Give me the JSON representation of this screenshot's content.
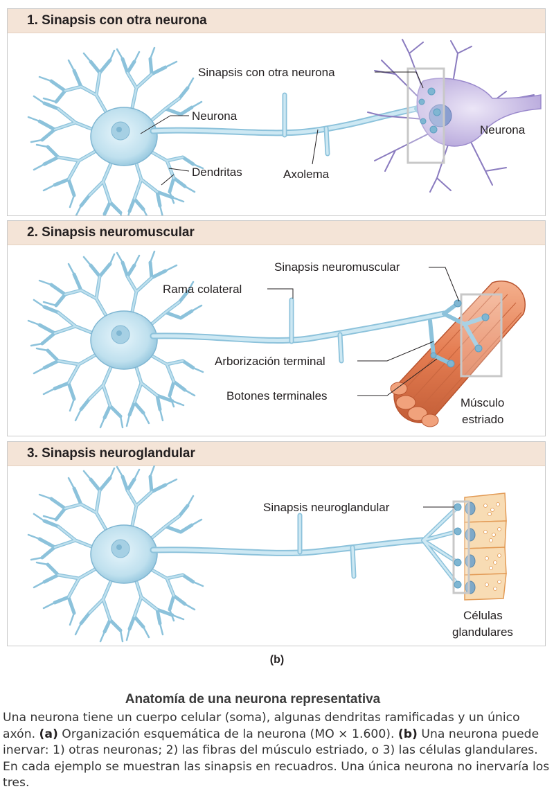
{
  "panels": [
    {
      "heading": "1. Sinapsis con otra neurona",
      "labels": {
        "synapse": "Sinapsis con otra neurona",
        "neuron": "Neurona",
        "dendrites": "Dendritas",
        "axolemma": "Axolema",
        "target_neuron": "Neurona"
      }
    },
    {
      "heading": "2. Sinapsis neuromuscular",
      "labels": {
        "synapse": "Sinapsis neuromuscular",
        "collateral": "Rama colateral",
        "arborization": "Arborización terminal",
        "boutons": "Botones terminales",
        "muscle_line1": "Músculo",
        "muscle_line2": "estriado"
      }
    },
    {
      "heading": "3. Sinapsis neuroglandular",
      "labels": {
        "synapse": "Sinapsis neuroglandular",
        "cells_line1": "Células",
        "cells_line2": "glandulares"
      }
    }
  ],
  "figure_label": "(b)",
  "caption": {
    "title": "Anatomía de una neurona representativa",
    "part1": "Una neurona tiene un cuerpo celular (soma), algunas dendritas ramificadas y un único axón. ",
    "a_marker": "(a)",
    "part2": " Organización esquemática de la neurona (MO × 1.600). ",
    "b_marker": "(b)",
    "part3": " Una neurona puede inervar: 1) otras neuronas; 2) las fibras del músculo estriado, o 3) las células glandulares. En cada ejemplo se muestran las sinapsis en recuadros. Una única neurona no inervaría los tres."
  },
  "colors": {
    "neuron_fill": "#bfe0ee",
    "neuron_stroke": "#5d9fc2",
    "target_neuron": "#c9bde6",
    "muscle": "#e8865a",
    "gland": "#f8dcb4",
    "header_band": "#f4e4d7"
  }
}
